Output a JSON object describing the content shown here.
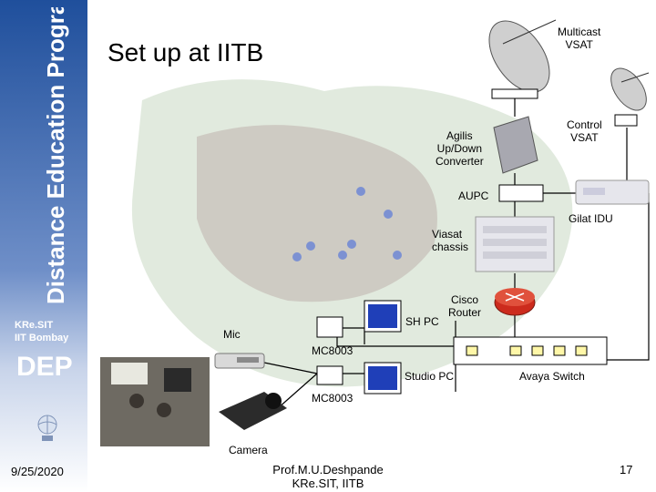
{
  "sidebar": {
    "vertical_title": "Distance Education Program",
    "org_line1": "KRe.SIT",
    "org_line2": "IIT Bombay",
    "logo_text": "DEP"
  },
  "slide": {
    "title": "Set up at IITB"
  },
  "labels": {
    "multicast_vsat_1": "Multicast",
    "multicast_vsat_2": "VSAT",
    "control_vsat_1": "Control",
    "control_vsat_2": "VSAT",
    "agilis_1": "Agilis",
    "agilis_2": "Up/Down",
    "agilis_3": "Converter",
    "aupc": "AUPC",
    "gilat_idu": "Gilat IDU",
    "viasat_1": "Viasat",
    "viasat_2": "chassis",
    "cisco_1": "Cisco",
    "cisco_2": "Router",
    "sh_pc": "SH PC",
    "mic": "Mic",
    "mc8003_1": "MC8003",
    "mc8003_2": "MC8003",
    "studio_pc": "Studio PC",
    "avaya_switch": "Avaya Switch",
    "camera": "Camera"
  },
  "footer": {
    "date": "9/25/2020",
    "author_1": "Prof.M.U.Deshpande",
    "author_2": "KRe.SIT, IITB",
    "page": "17"
  }
}
